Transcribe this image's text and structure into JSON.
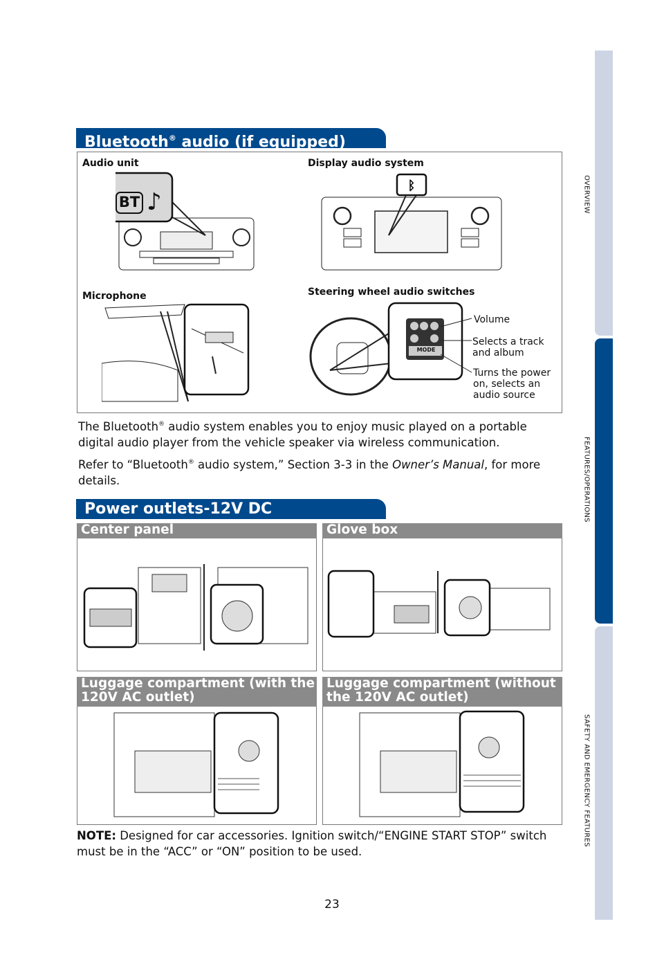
{
  "sidebar": {
    "tabs": [
      {
        "label": "OVERVIEW",
        "active": false
      },
      {
        "label": "FEATURES/OPERATIONS",
        "active": true
      },
      {
        "label": "SAFETY AND EMERGENCY FEATURES",
        "active": false
      }
    ]
  },
  "bluetooth": {
    "title_pre": "Bluetooth",
    "title_reg": "®",
    "title_post": " audio (if equipped)",
    "figure": {
      "audio_unit": "Audio unit",
      "bt_badge": "BT",
      "display_audio": "Display audio system",
      "microphone": "Microphone",
      "steering": "Steering wheel audio switches",
      "mode_button": "MODE",
      "callouts": [
        "Volume",
        "Selects a track and album",
        "Turns the power on, selects an audio source"
      ]
    },
    "para1_pre": "The Bluetooth",
    "para1_reg": "®",
    "para1_post": " audio system enables you to enjoy music played on a portable digital audio player from the vehicle speaker via wireless communication.",
    "para2_pre": "Refer to “Bluetooth",
    "para2_reg": "®",
    "para2_mid": " audio system,” Section 3-3 in the ",
    "para2_em": "Owner’s Manual",
    "para2_post": ", for more details."
  },
  "power": {
    "title": "Power outlets-12V DC",
    "panels": [
      {
        "title": "Center panel"
      },
      {
        "title": "Glove box"
      },
      {
        "title": "Luggage compartment (with the 120V AC outlet)"
      },
      {
        "title": "Luggage compartment (without the 120V AC outlet)"
      }
    ],
    "note_label": "NOTE:",
    "note_text": " Designed for car accessories. Ignition switch/“ENGINE START STOP” switch must be in the “ACC” or “ON” position to be used."
  },
  "page_number": "23",
  "colors": {
    "brand": "#00498c",
    "tab_light": "#cdd5e4",
    "subheader": "#8a8a8a"
  }
}
